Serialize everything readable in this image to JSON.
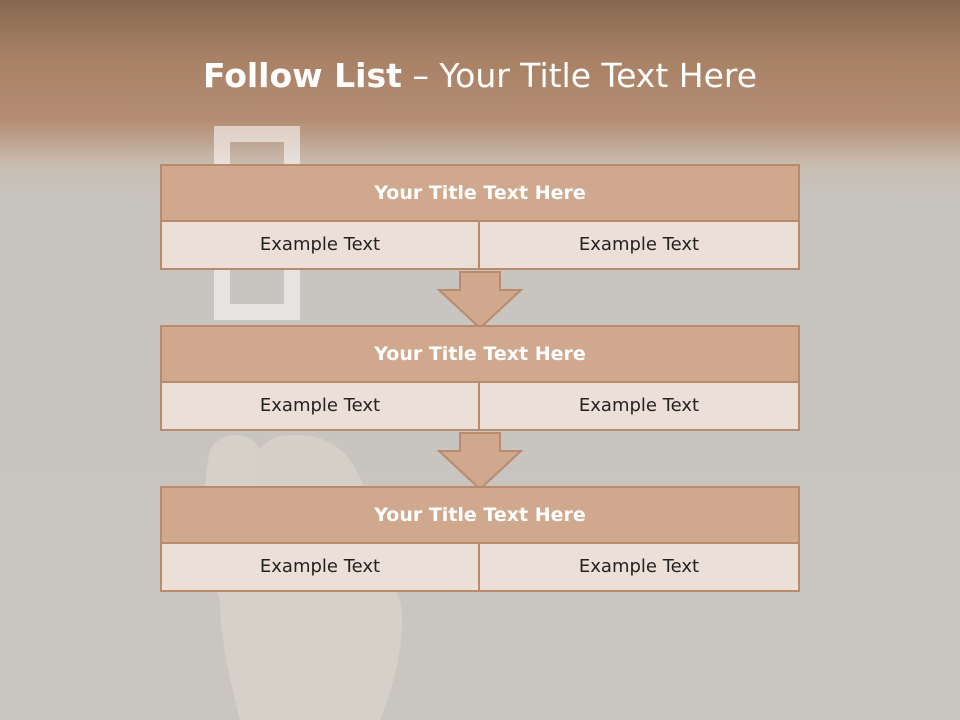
{
  "title": {
    "bold": "Follow List",
    "rest": " – Your Title Text Here"
  },
  "blocks": [
    {
      "title": "Your Title Text Here",
      "left": "Example Text",
      "right": "Example Text"
    },
    {
      "title": "Your Title Text Here",
      "left": "Example Text",
      "right": "Example Text"
    },
    {
      "title": "Your Title Text Here",
      "left": "Example Text",
      "right": "Example Text"
    }
  ],
  "colors": {
    "header_top": "#86684f",
    "header_bottom": "#b48d73",
    "box_border": "#b98a6c",
    "title_fill": "#cfa88d",
    "cell_fill": "#ecdfd8",
    "arrow_fill": "#cfa88d"
  },
  "background_image": "hand-drawing-checkbox"
}
